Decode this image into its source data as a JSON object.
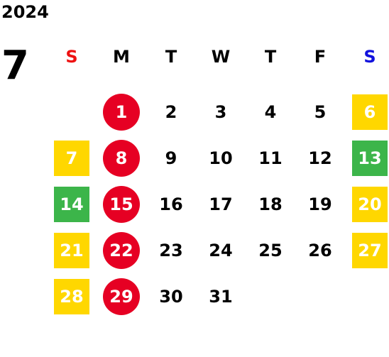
{
  "calendar": {
    "year": "2024",
    "month": "7",
    "weekdays": [
      {
        "label": "S",
        "color": "#ee1111"
      },
      {
        "label": "M",
        "color": "#000000"
      },
      {
        "label": "T",
        "color": "#000000"
      },
      {
        "label": "W",
        "color": "#000000"
      },
      {
        "label": "T",
        "color": "#000000"
      },
      {
        "label": "F",
        "color": "#000000"
      },
      {
        "label": "S",
        "color": "#1111dd"
      }
    ],
    "weeks": [
      [
        {
          "day": ""
        },
        {
          "day": "1",
          "style": "circle",
          "bg": "#e60023"
        },
        {
          "day": "2"
        },
        {
          "day": "3"
        },
        {
          "day": "4"
        },
        {
          "day": "5"
        },
        {
          "day": "6",
          "style": "square",
          "bg": "#ffd700"
        }
      ],
      [
        {
          "day": "7",
          "style": "square",
          "bg": "#ffd700"
        },
        {
          "day": "8",
          "style": "circle",
          "bg": "#e60023"
        },
        {
          "day": "9"
        },
        {
          "day": "10"
        },
        {
          "day": "11"
        },
        {
          "day": "12"
        },
        {
          "day": "13",
          "style": "square",
          "bg": "#3cb54a"
        }
      ],
      [
        {
          "day": "14",
          "style": "square",
          "bg": "#3cb54a"
        },
        {
          "day": "15",
          "style": "circle",
          "bg": "#e60023"
        },
        {
          "day": "16"
        },
        {
          "day": "17"
        },
        {
          "day": "18"
        },
        {
          "day": "19"
        },
        {
          "day": "20",
          "style": "square",
          "bg": "#ffd700"
        }
      ],
      [
        {
          "day": "21",
          "style": "square",
          "bg": "#ffd700"
        },
        {
          "day": "22",
          "style": "circle",
          "bg": "#e60023"
        },
        {
          "day": "23"
        },
        {
          "day": "24"
        },
        {
          "day": "25"
        },
        {
          "day": "26"
        },
        {
          "day": "27",
          "style": "square",
          "bg": "#ffd700"
        }
      ],
      [
        {
          "day": "28",
          "style": "square",
          "bg": "#ffd700"
        },
        {
          "day": "29",
          "style": "circle",
          "bg": "#e60023"
        },
        {
          "day": "30"
        },
        {
          "day": "31"
        },
        {
          "day": ""
        },
        {
          "day": ""
        },
        {
          "day": ""
        }
      ]
    ]
  }
}
